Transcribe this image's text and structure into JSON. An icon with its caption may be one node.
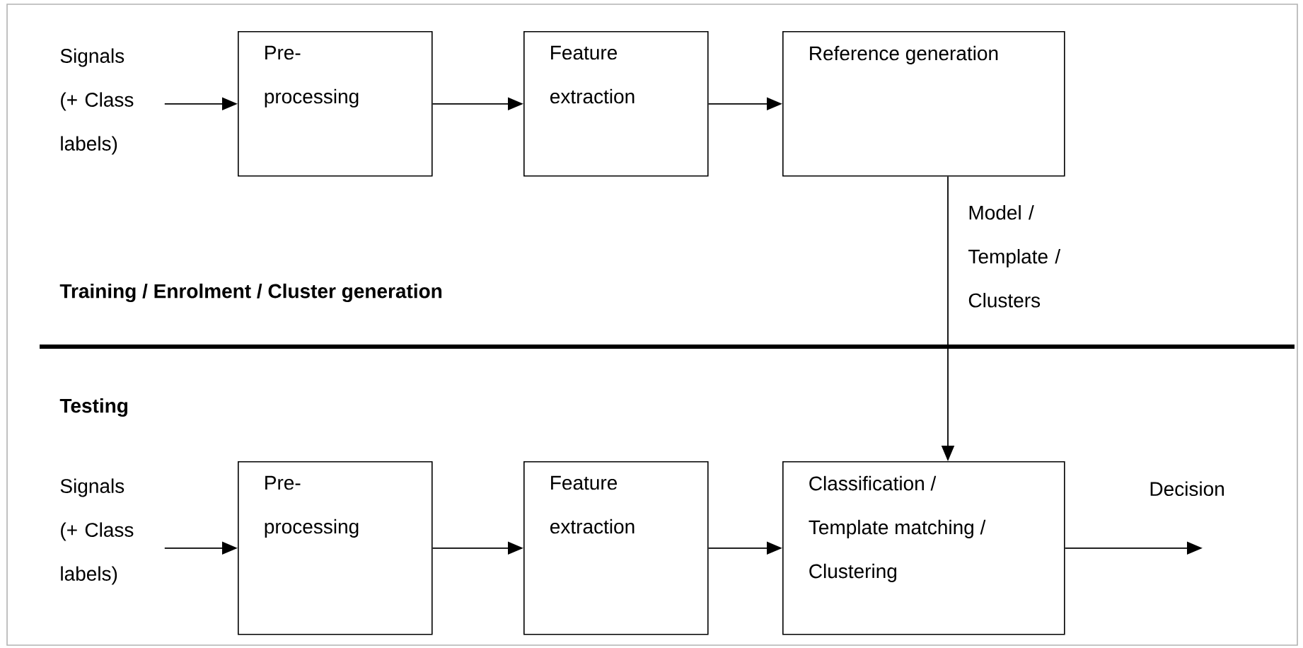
{
  "diagram": {
    "nodes": [
      {
        "text": [
          "Signals (+ Class labels)"
        ]
      },
      {
        "text": [
          "Pre-processing"
        ]
      },
      {
        "text": [
          "Feature extraction"
        ]
      },
      {
        "text": [
          "Reference generation"
        ]
      },
      {
        "text": [
          "Signals (+ Class labels)"
        ]
      },
      {
        "text": [
          "Pre-processing"
        ]
      },
      {
        "text": [
          "Feature extraction"
        ]
      },
      {
        "text": [
          "Classification / Template matching / Clustering"
        ]
      }
    ],
    "edges": [
      {
        "from": 0,
        "to": 1,
        "arrow": "to"
      },
      {
        "from": 1,
        "to": 2,
        "arrow": "to"
      },
      {
        "from": 2,
        "to": 3,
        "arrow": "to"
      },
      {
        "from": 3,
        "to": 7,
        "arrow": "to",
        "label": "Model / Template / Clusters"
      },
      {
        "from": 4,
        "to": 5,
        "arrow": "to"
      },
      {
        "from": 5,
        "to": 6,
        "arrow": "to"
      },
      {
        "from": 6,
        "to": 7,
        "arrow": "to"
      },
      {
        "from": 7,
        "to": null,
        "arrow": "to",
        "label": "Decision"
      }
    ],
    "labels": [
      "Training / Enrolment / Cluster generation",
      "Testing"
    ]
  }
}
